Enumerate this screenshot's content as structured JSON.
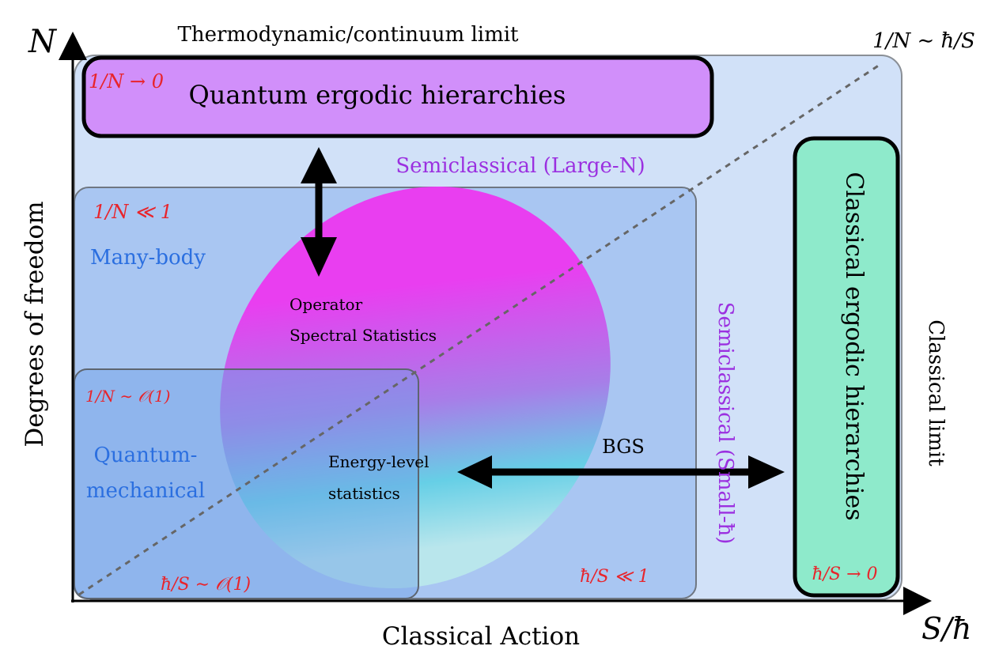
{
  "axes": {
    "y_symbol": "N",
    "x_symbol": "S/ħ",
    "y_label": "Degrees of freedom",
    "x_label": "Classical Action"
  },
  "edge_labels": {
    "top_limit": "Thermodynamic/continuum limit",
    "right_limit": "Classical limit",
    "diagonal": "1/N ∼ ħ/S"
  },
  "regions": {
    "quantum_ergodic": {
      "title": "Quantum ergodic hierarchies",
      "tag": "1/N → 0"
    },
    "classical_ergodic": {
      "title": "Classical ergodic hierarchies",
      "tag": "ħ/S → 0"
    },
    "many_body": {
      "title": "Many-body",
      "tag": "1/N ≪ 1",
      "corner_tag": "ħ/S ≪ 1"
    },
    "quantum_mechanical": {
      "title_line1": "Quantum-",
      "title_line2": "mechanical",
      "tag": "1/N ∼ 𝒪(1)",
      "corner_tag": "ħ/S ∼ 𝒪(1)"
    }
  },
  "regime_labels": {
    "semiclassical_large_n": "Semiclassical (Large-N)",
    "semiclassical_small_hbar": "Semiclassical (Small-ħ)"
  },
  "blob_labels": {
    "operator_line1": "Operator",
    "operator_line2": "Spectral Statistics",
    "energy_line1": "Energy-level",
    "energy_line2": "statistics"
  },
  "arrow_labels": {
    "bgs": "BGS"
  },
  "colors": {
    "outer_region": "#d1e1f8",
    "many_body_region": "#a9c6f2",
    "qm_region": "#86aee8",
    "quantum_box": "#d18ffa",
    "classical_box": "#8eeacb",
    "accent_red": "#e8242b",
    "accent_purple": "#9b30e0",
    "accent_blue": "#2b6fe0",
    "blob_start": "#e93ef0",
    "blob_end": "#63d4e8"
  }
}
